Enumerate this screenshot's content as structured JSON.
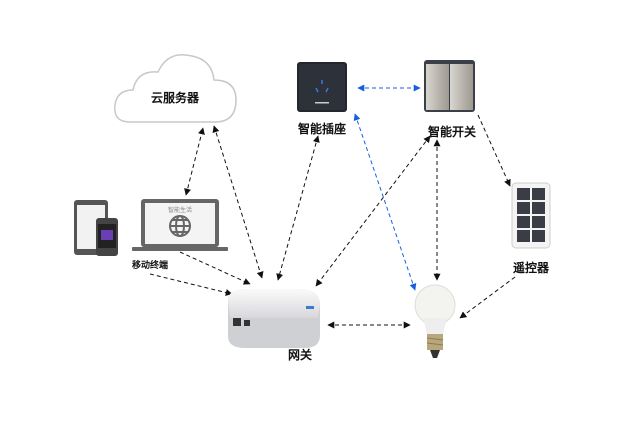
{
  "nodes": {
    "cloud": {
      "label": "云服务器"
    },
    "socket": {
      "label": "智能插座"
    },
    "switch": {
      "label": "智能开关"
    },
    "remote": {
      "label": "遥控器"
    },
    "mobile": {
      "label": "移动终端",
      "laptop_screen_text": "智能生活"
    },
    "gateway": {
      "label": "网关"
    },
    "bulb": {
      "label": ""
    }
  },
  "colors": {
    "link": "#111111",
    "wireless_link": "#1a5ee0"
  }
}
